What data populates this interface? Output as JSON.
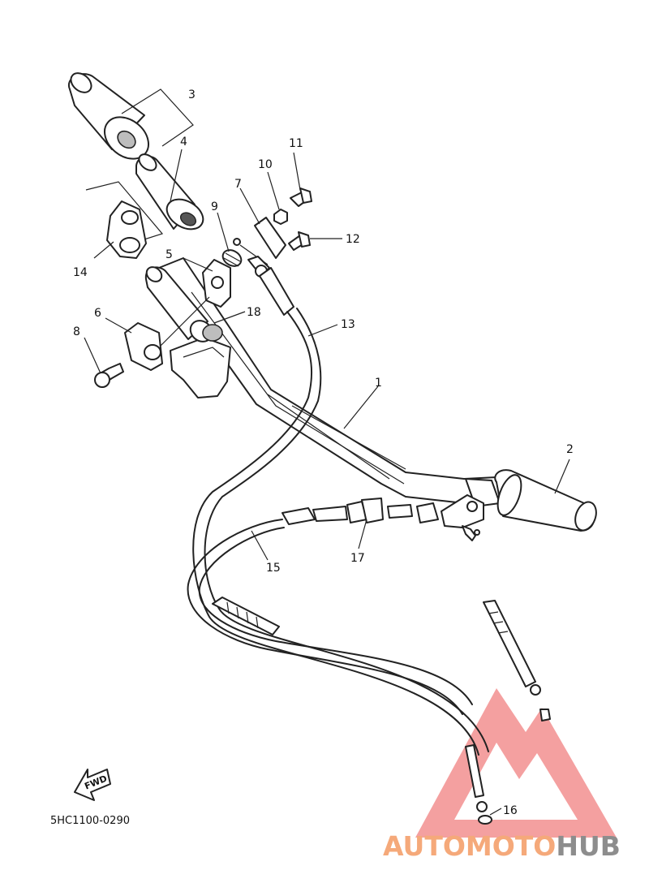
{
  "callouts": {
    "c1": "1",
    "c2": "2",
    "c3": "3",
    "c4": "4",
    "c5": "5",
    "c6": "6",
    "c7": "7",
    "c8": "8",
    "c9": "9",
    "c10": "10",
    "c11": "11",
    "c12": "12",
    "c13": "13",
    "c14": "14",
    "c15": "15",
    "c16": "16",
    "c17": "17",
    "c18": "18"
  },
  "diagram_code": "5HC1100-0290",
  "fwd_label": "FWD",
  "watermark": {
    "part1": "AUTOMOTO",
    "part2": "HUB",
    "color1": "#f5a97a",
    "color2": "#8d8d8d",
    "logo_color": "#f08080"
  }
}
